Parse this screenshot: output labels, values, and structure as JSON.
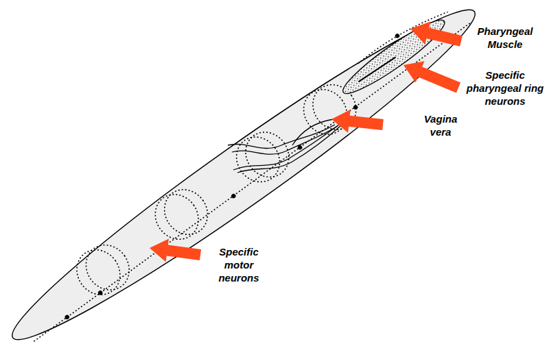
{
  "diagram": {
    "labels": [
      "Pharyngeal Muscle",
      "Specific pharyngeal ring neurons",
      "Vagina vera",
      "Specific motor neurons"
    ]
  }
}
